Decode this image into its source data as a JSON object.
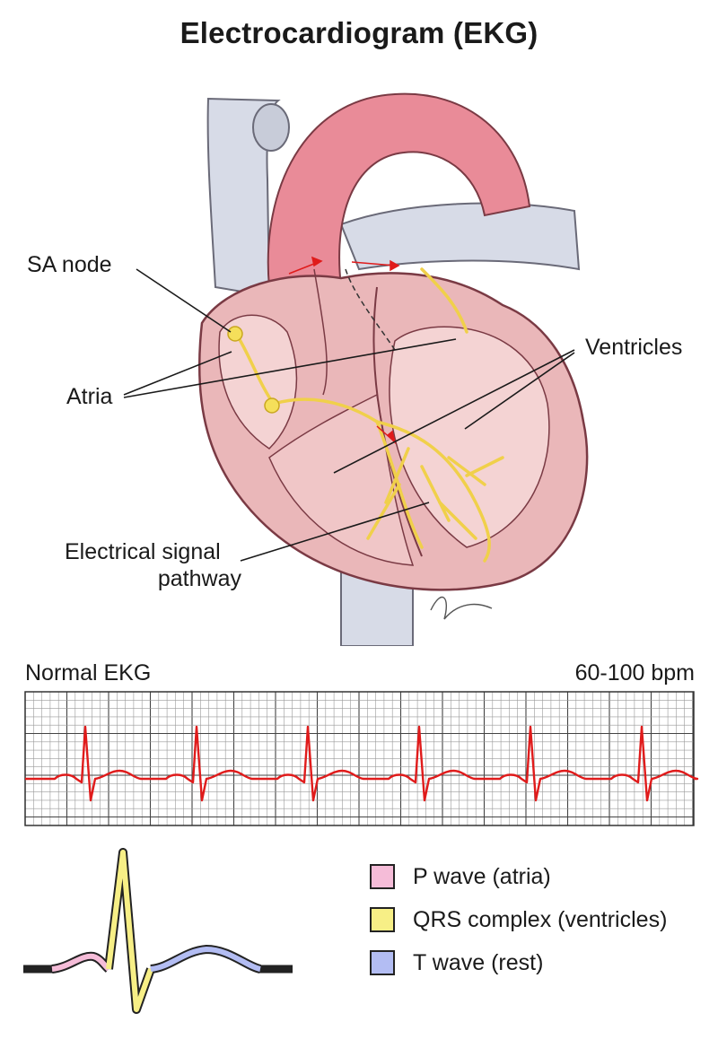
{
  "title": "Electrocardiogram (EKG)",
  "labels": {
    "sa_node": "SA node",
    "atria": "Atria",
    "ventricles": "Ventricles",
    "pathway_line1": "Electrical signal",
    "pathway_line2": "pathway"
  },
  "ekg": {
    "title": "Normal EKG",
    "rate": "60-100 bpm",
    "beats": 6
  },
  "legend": [
    {
      "label": "P wave (atria)",
      "color": "#f5bcd8"
    },
    {
      "label": "QRS complex (ventricles)",
      "color": "#f7ef86"
    },
    {
      "label": "T wave (rest)",
      "color": "#b3bdf3"
    }
  ],
  "colors": {
    "trace": "#e01b1b",
    "grid_minor": "#9a9a9a",
    "grid_major": "#444444",
    "signal": "#f0d04a",
    "heart_tissue": "#eab7b9",
    "vessel": "#d7dbe7",
    "aorta": "#e98b98"
  }
}
